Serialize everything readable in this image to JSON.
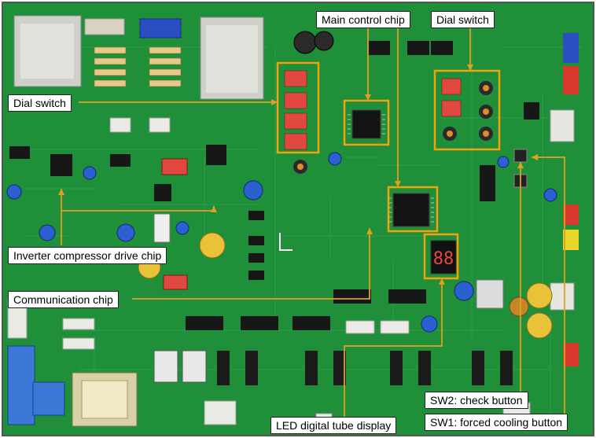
{
  "labels": {
    "main_control_chip": "Main control chip",
    "dial_switch_top": "Dial switch",
    "dial_switch_left": "Dial switch",
    "inverter_chip": "Inverter compressor drive chip",
    "communication_chip": "Communication chip",
    "sw2": "SW2: check button",
    "sw1": "SW1: forced cooling button",
    "led_display": "LED digital tube display"
  },
  "colors": {
    "board_green": "#1f8f3a",
    "highlight_orange": "#f2a20c",
    "pointer_line": "#e0a020"
  },
  "led_digits": "88"
}
